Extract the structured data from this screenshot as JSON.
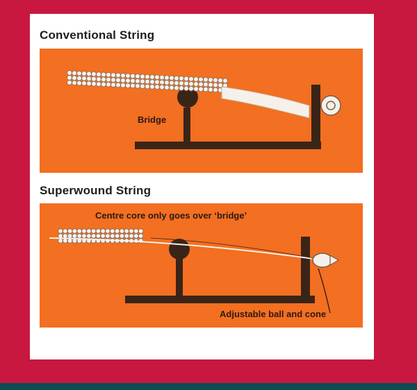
{
  "sections": [
    {
      "title": "Conventional String",
      "labels": {
        "bridge": "Bridge"
      }
    },
    {
      "title": "Superwound String",
      "labels": {
        "centre_core": "Centre core only goes over ‘bridge’",
        "ball_cone": "Adjustable ball and cone"
      }
    }
  ],
  "colors": {
    "background": "#c8183f",
    "card": "#ffffff",
    "panel": "#f36f21",
    "metal": "#3a2418",
    "winding": "#f5f1ea",
    "bottom_bar": "#0d4b55"
  }
}
